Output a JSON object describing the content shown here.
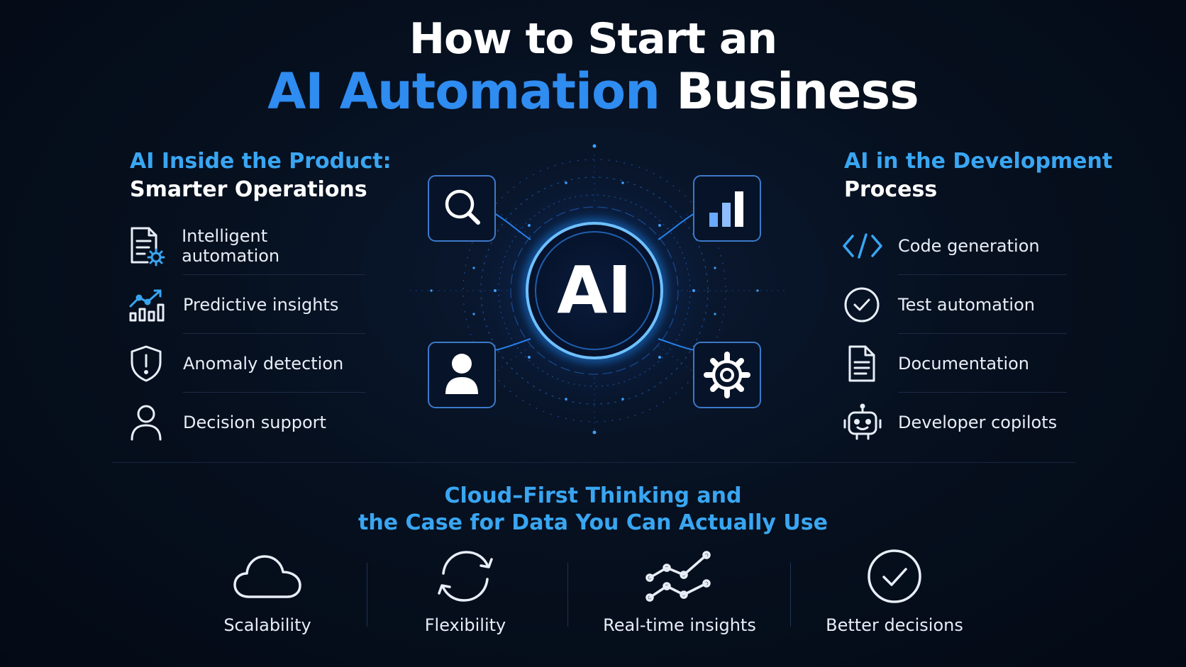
{
  "title": {
    "line1": "How to Start an",
    "line2_accent": "AI Automation",
    "line2_rest": "Business"
  },
  "left": {
    "heading_accent": "AI Inside the Product:",
    "heading_rest": "Smarter Operations",
    "items": [
      {
        "label": "Intelligent automation",
        "icon": "document-gear-icon"
      },
      {
        "label": "Predictive insights",
        "icon": "bar-chart-trend-icon"
      },
      {
        "label": "Anomaly detection",
        "icon": "shield-alert-icon"
      },
      {
        "label": "Decision support",
        "icon": "user-icon"
      }
    ]
  },
  "right": {
    "heading_accent": "AI in the Development",
    "heading_rest": "Process",
    "items": [
      {
        "label": "Code generation",
        "icon": "code-icon"
      },
      {
        "label": "Test automation",
        "icon": "check-circle-icon"
      },
      {
        "label": "Documentation",
        "icon": "document-icon"
      },
      {
        "label": "Developer copilots",
        "icon": "robot-icon"
      }
    ]
  },
  "hub": {
    "center_label": "AI",
    "nodes": [
      "search-icon",
      "bar-chart-icon",
      "user-icon",
      "gear-icon"
    ]
  },
  "cloud": {
    "line1": "Cloud–First Thinking and",
    "line2": "the Case for Data You Can Actually Use",
    "items": [
      {
        "label": "Scalability",
        "icon": "cloud-icon"
      },
      {
        "label": "Flexibility",
        "icon": "sync-icon"
      },
      {
        "label": "Real-time insights",
        "icon": "line-chart-icon"
      },
      {
        "label": "Better decisions",
        "icon": "check-circle-icon"
      }
    ]
  },
  "colors": {
    "background": "#050c18",
    "accent_blue": "#2f8cf0",
    "heading_blue": "#39a6f2",
    "glow_blue": "#1e90ff"
  }
}
